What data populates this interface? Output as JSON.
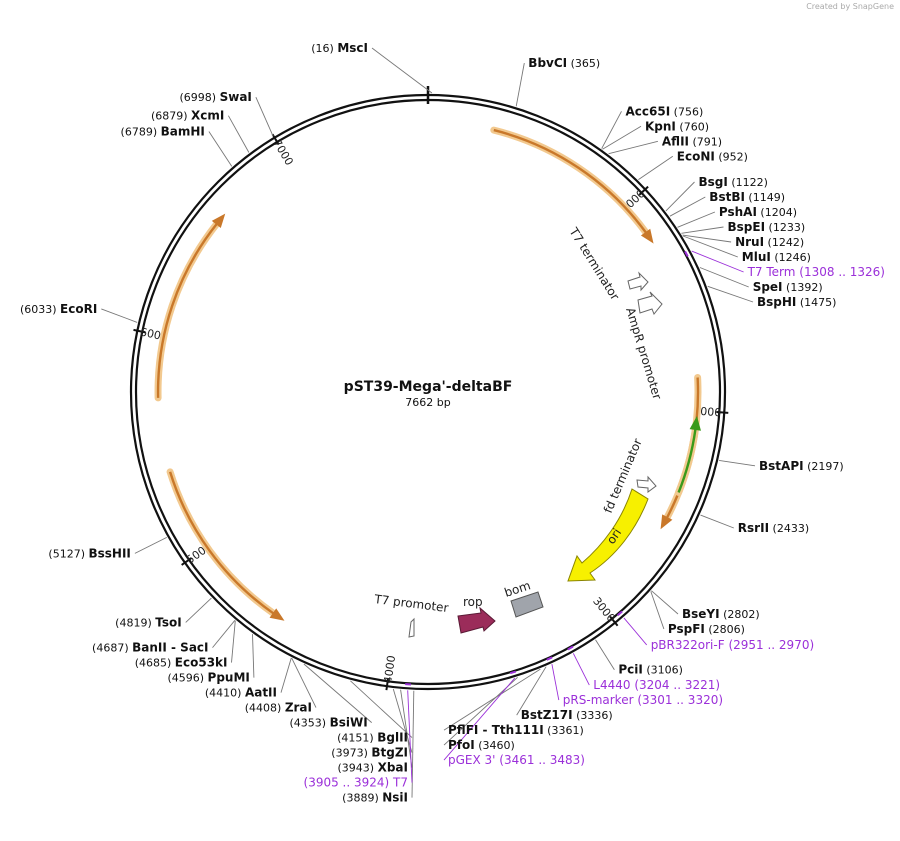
{
  "credit": "Created by SnapGene",
  "plasmid": {
    "name": "pST39-Mega'-deltaBF",
    "size_label": "7662 bp",
    "length": 7662
  },
  "colors": {
    "backbone": "#111111",
    "arrow": "#c9782a",
    "arrow_glow": "#f2c98f",
    "green": "#3a9a1a",
    "ori": "#f7f000",
    "rop": "#9b2c5a",
    "bom": "#a0a4ab",
    "primer": "#9b30d9"
  },
  "ticks": [
    {
      "bp": 1000,
      "label": "1000"
    },
    {
      "bp": 2000,
      "label": "2000"
    },
    {
      "bp": 3000,
      "label": "3000"
    },
    {
      "bp": 4000,
      "label": "4000"
    },
    {
      "bp": 5000,
      "label": "5000"
    },
    {
      "bp": 6000,
      "label": "6000"
    },
    {
      "bp": 7000,
      "label": "7000"
    }
  ],
  "features": [
    {
      "name": "arc-top",
      "start": 300,
      "end": 1200,
      "dir": 1,
      "color": "#c9782a",
      "label": ""
    },
    {
      "name": "ampr-gene",
      "start": 1850,
      "end": 2560,
      "dir": 1,
      "color": "#c9782a",
      "label": ""
    },
    {
      "name": "green-arc",
      "start": 2030,
      "end": 2380,
      "dir": -1,
      "color": "#3a9a1a",
      "label": ""
    },
    {
      "name": "arc-left",
      "start": 5720,
      "end": 6620,
      "dir": 1,
      "color": "#c9782a",
      "label": ""
    },
    {
      "name": "arc-lower-left",
      "start": 4520,
      "end": 5380,
      "dir": -1,
      "color": "#c9782a",
      "label": ""
    }
  ],
  "feature_labels": {
    "t7_terminator": "T7 terminator",
    "ampr_promoter": "AmpR promoter",
    "fd_terminator": "fd terminator",
    "ori": "ori",
    "bom": "bom",
    "rop": "rop",
    "t7_promoter": "T7 promoter"
  },
  "sites": [
    {
      "name": "MscI",
      "pos": "(16)",
      "bp": 16,
      "side": "L"
    },
    {
      "name": "BbvCI",
      "pos": "(365)",
      "bp": 365,
      "side": "R"
    },
    {
      "name": "Acc65I",
      "pos": "(756)",
      "bp": 756,
      "side": "R"
    },
    {
      "name": "KpnI",
      "pos": "(760)",
      "bp": 760,
      "side": "R"
    },
    {
      "name": "AflII",
      "pos": "(791)",
      "bp": 791,
      "side": "R"
    },
    {
      "name": "EcoNI",
      "pos": "(952)",
      "bp": 952,
      "side": "R"
    },
    {
      "name": "BsgI",
      "pos": "(1122)",
      "bp": 1122,
      "side": "R"
    },
    {
      "name": "BstBI",
      "pos": "(1149)",
      "bp": 1149,
      "side": "R"
    },
    {
      "name": "PshAI",
      "pos": "(1204)",
      "bp": 1204,
      "side": "R"
    },
    {
      "name": "BspEI",
      "pos": "(1233)",
      "bp": 1233,
      "side": "R"
    },
    {
      "name": "NruI",
      "pos": "(1242)",
      "bp": 1242,
      "side": "R"
    },
    {
      "name": "MluI",
      "pos": "(1246)",
      "bp": 1246,
      "side": "R"
    },
    {
      "name": "SpeI",
      "pos": "(1392)",
      "bp": 1392,
      "side": "R"
    },
    {
      "name": "BspHI",
      "pos": "(1475)",
      "bp": 1475,
      "side": "R"
    },
    {
      "name": "BstAPI",
      "pos": "(2197)",
      "bp": 2197,
      "side": "R"
    },
    {
      "name": "RsrII",
      "pos": "(2433)",
      "bp": 2433,
      "side": "R"
    },
    {
      "name": "BseYI",
      "pos": "(2802)",
      "bp": 2802,
      "side": "R"
    },
    {
      "name": "PspFI",
      "pos": "(2806)",
      "bp": 2806,
      "side": "R"
    },
    {
      "name": "PciI",
      "pos": "(3106)",
      "bp": 3106,
      "side": "R"
    },
    {
      "name": "BstZ17I",
      "pos": "(3336)",
      "bp": 3336,
      "side": "R"
    },
    {
      "name": "PflFI - Tth111I",
      "pos": "(3361)",
      "bp": 3361,
      "side": "R"
    },
    {
      "name": "PfoI",
      "pos": "(3460)",
      "bp": 3460,
      "side": "R"
    },
    {
      "name": "NsiI",
      "pos": "(3889)",
      "bp": 3889,
      "side": "L"
    },
    {
      "name": "XbaI",
      "pos": "(3943)",
      "bp": 3943,
      "side": "L"
    },
    {
      "name": "BtgZI",
      "pos": "(3973)",
      "bp": 3973,
      "side": "L"
    },
    {
      "name": "BglII",
      "pos": "(4151)",
      "bp": 4151,
      "side": "L"
    },
    {
      "name": "BsiWI",
      "pos": "(4353)",
      "bp": 4353,
      "side": "L"
    },
    {
      "name": "ZraI",
      "pos": "(4408)",
      "bp": 4408,
      "side": "L"
    },
    {
      "name": "AatII",
      "pos": "(4410)",
      "bp": 4410,
      "side": "L"
    },
    {
      "name": "PpuMI",
      "pos": "(4596)",
      "bp": 4596,
      "side": "L"
    },
    {
      "name": "Eco53kI",
      "pos": "(4685)",
      "bp": 4685,
      "side": "L"
    },
    {
      "name": "BanII - SacI",
      "pos": "(4687)",
      "bp": 4687,
      "side": "L"
    },
    {
      "name": "TsoI",
      "pos": "(4819)",
      "bp": 4819,
      "side": "L"
    },
    {
      "name": "BssHII",
      "pos": "(5127)",
      "bp": 5127,
      "side": "L"
    },
    {
      "name": "EcoRI",
      "pos": "(6033)",
      "bp": 6033,
      "side": "L"
    },
    {
      "name": "BamHI",
      "pos": "(6789)",
      "bp": 6789,
      "side": "L"
    },
    {
      "name": "XcmI",
      "pos": "(6879)",
      "bp": 6879,
      "side": "L"
    },
    {
      "name": "SwaI",
      "pos": "(6998)",
      "bp": 6998,
      "side": "L"
    }
  ],
  "primers": [
    {
      "name": "T7 Term",
      "range": "(1308 .. 1326)",
      "bp": 1317,
      "side": "R"
    },
    {
      "name": "pBR322ori-F",
      "range": "(2951 .. 2970)",
      "bp": 2960,
      "side": "R"
    },
    {
      "name": "L4440",
      "range": "(3204 .. 3221)",
      "bp": 3212,
      "side": "R"
    },
    {
      "name": "pRS-marker",
      "range": "(3301 .. 3320)",
      "bp": 3310,
      "side": "R"
    },
    {
      "name": "pGEX 3'",
      "range": "(3461 .. 3483)",
      "bp": 3472,
      "side": "R"
    },
    {
      "name": "T7",
      "range": "(3905 .. 3924)",
      "bp": 3914,
      "side": "L"
    }
  ]
}
